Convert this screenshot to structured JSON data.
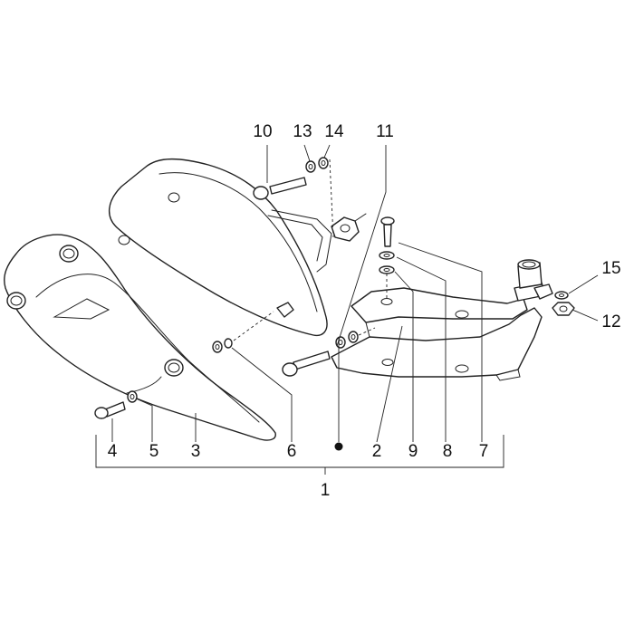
{
  "callouts": {
    "c1": "1",
    "c2": "2",
    "c3": "3",
    "c4": "4",
    "c5": "5",
    "c6": "6",
    "c7": "7",
    "c8": "8",
    "c9": "9",
    "c10": "10",
    "c11": "11",
    "c12": "12",
    "c13": "13",
    "c14": "14",
    "c15": "15"
  },
  "colors": {
    "line": "#222222",
    "background": "#ffffff"
  }
}
